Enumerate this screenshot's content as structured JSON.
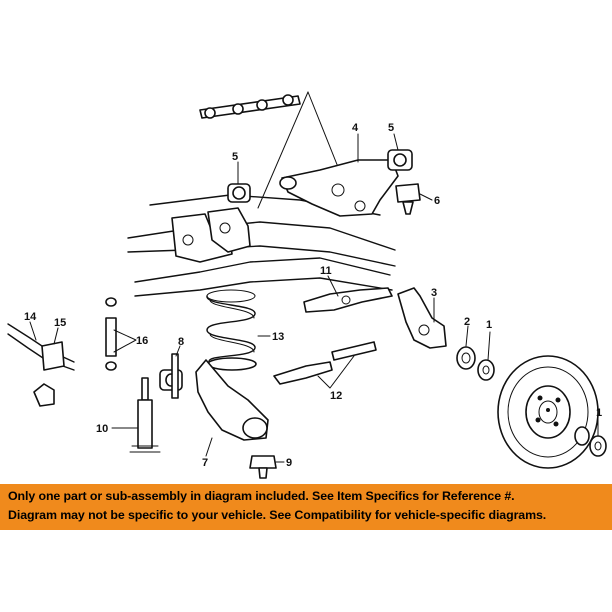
{
  "callouts": {
    "c1a": "1",
    "c1b": "1",
    "c2": "2",
    "c3": "3",
    "c4": "4",
    "c5a": "5",
    "c5b": "5",
    "c6": "6",
    "c7": "7",
    "c8": "8",
    "c9": "9",
    "c10": "10",
    "c11": "11",
    "c12": "12",
    "c13": "13",
    "c14": "14",
    "c15": "15",
    "c16": "16"
  },
  "notice": {
    "line1": "Only one part or sub-assembly in diagram included. See Item Specifics for Reference #.",
    "line2": "Diagram may not be specific to your vehicle. See Compatibility for vehicle-specific diagrams."
  },
  "colors": {
    "banner": "#f08a1c",
    "ink": "#111111",
    "background": "#ffffff"
  }
}
